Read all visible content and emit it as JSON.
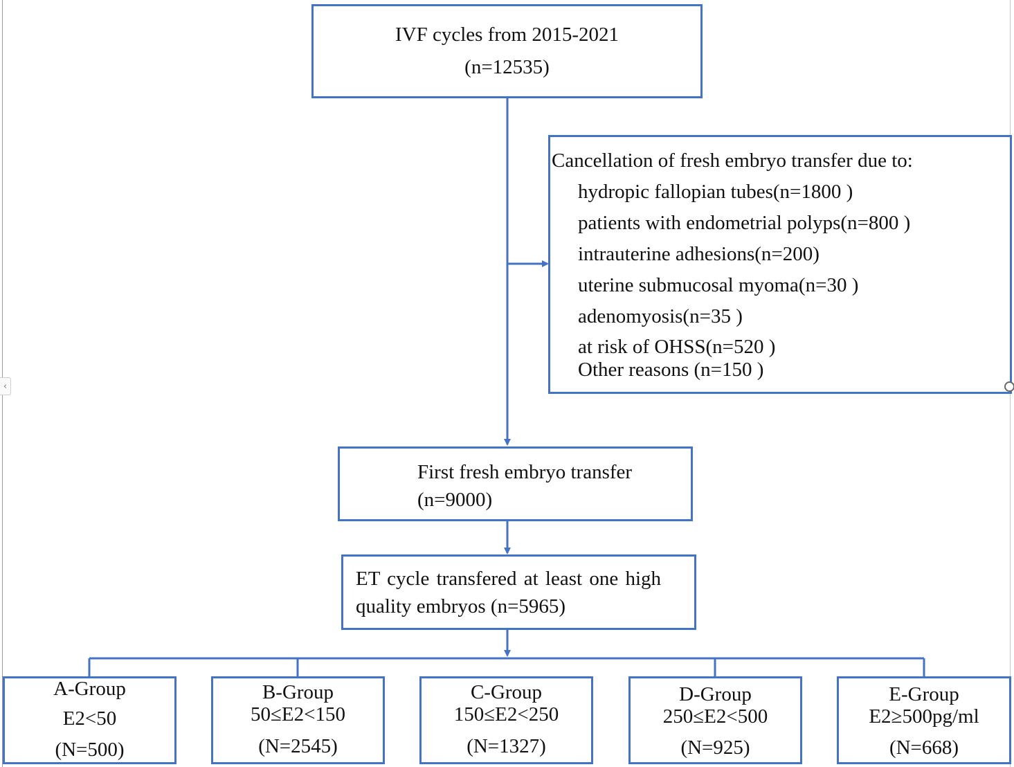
{
  "diagram": {
    "colors": {
      "line": "#4472c4",
      "text": "#111111",
      "background": "#ffffff"
    },
    "start": {
      "line1": "IVF cycles from 2015-2021",
      "line2": "(n=12535)"
    },
    "exclusion": {
      "heading": "Cancellation of fresh embryo transfer due to:",
      "reasons": [
        "hydropic fallopian tubes(n=1800 )",
        "patients with endometrial polyps(n=800 )",
        "intrauterine adhesions(n=200)",
        "uterine submucosal myoma(n=30 )",
        "adenomyosis(n=35 )",
        "at risk of OHSS(n=520 )",
        "Other reasons (n=150 )"
      ]
    },
    "transfer": {
      "line1": "First fresh embryo transfer",
      "line2": "(n=9000)"
    },
    "quality": {
      "line1": "ET cycle transfered at least one high",
      "line2": "quality embryos (n=5965)"
    },
    "groups": [
      {
        "name": "A-Group",
        "range": "E2<50",
        "count": "(N=500)"
      },
      {
        "name": "B-Group",
        "range": "50≤E2<150",
        "count": "(N=2545)"
      },
      {
        "name": "C-Group",
        "range": "150≤E2<250",
        "count": "(N=1327)"
      },
      {
        "name": "D-Group",
        "range": "250≤E2<500",
        "count": "(N=925)"
      },
      {
        "name": "E-Group",
        "range": "E2≥500pg/ml",
        "count": "(N=668)"
      }
    ]
  }
}
